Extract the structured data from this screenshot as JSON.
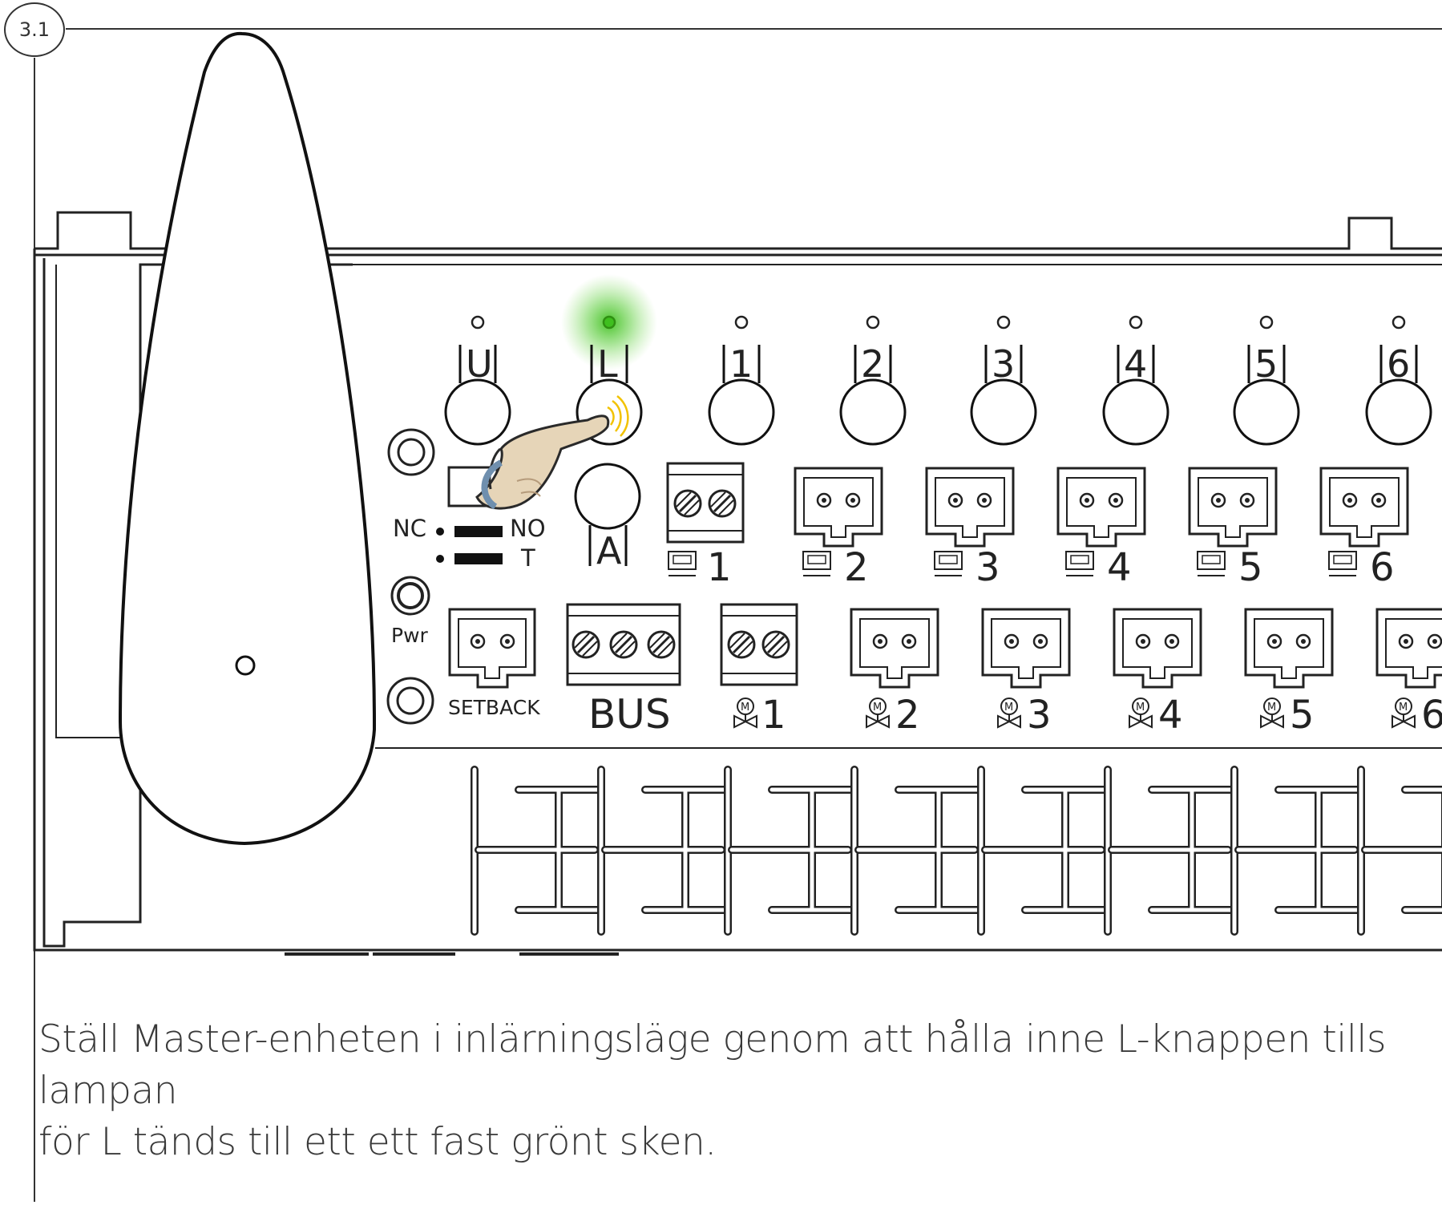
{
  "step": {
    "number": "3.1"
  },
  "controller": {
    "buttons": [
      {
        "label": "U",
        "led": "off"
      },
      {
        "label": "L",
        "led": "green",
        "pressed": true
      },
      {
        "label": "1",
        "led": "off"
      },
      {
        "label": "2",
        "led": "off"
      },
      {
        "label": "3",
        "led": "off"
      },
      {
        "label": "4",
        "led": "off"
      },
      {
        "label": "5",
        "led": "off"
      },
      {
        "label": "6",
        "led": "off"
      }
    ],
    "a_button_label": "A",
    "switch_labels": {
      "nc": "NC",
      "no": "NO",
      "t": "T"
    },
    "pwr_label": "Pwr",
    "setback_label": "SETBACK",
    "bus_label": "BUS",
    "thermostat_channels": [
      "1",
      "2",
      "3",
      "4",
      "5",
      "6"
    ],
    "actuator_channels": [
      "1",
      "2",
      "3",
      "4",
      "5",
      "6"
    ],
    "led_color": "#3fbf1f"
  },
  "instruction": {
    "line1": "Ställ Master-enheten i inlärningsläge genom att hålla inne L-knappen tills lampan",
    "line2": "för L tänds till ett ett fast grönt sken."
  }
}
